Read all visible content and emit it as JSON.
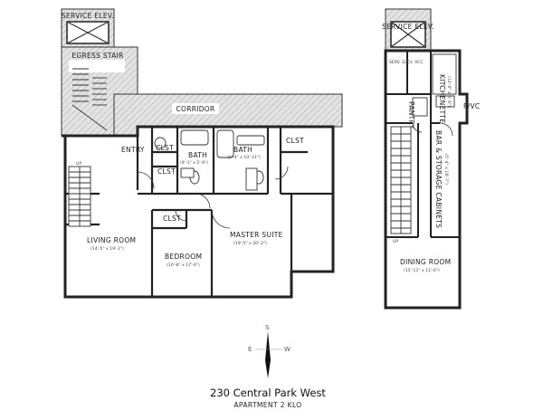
{
  "title": "230 Central Park West",
  "subtitle": "APARTMENT 2 KLO",
  "compass": {
    "s": "S",
    "e": "E",
    "w": "W"
  },
  "left_plan": {
    "service_elev": "SERVICE ELEV.",
    "egress_stair": "EGRESS STAIR",
    "corridor": "CORRIDOR",
    "entry": "ENTRY",
    "clst_entry": "CLST",
    "clst_hall": "CLST",
    "clst_master": "CLST",
    "clst_bedroom": "CLST",
    "bath_1": "BATH",
    "bath_1_dim": "(9'-1\" x 5'-9\")",
    "bath_2": "BATH",
    "bath_2_dim": "(9'-4\" x 10'-11\")",
    "living_room": "LIVING ROOM",
    "living_room_dim": "(14'-5\" x 19'-1\")",
    "bedroom": "BEDROOM",
    "bedroom_dim": "(10'-8\" x 17'-6\")",
    "master_suite": "MASTER SUITE",
    "master_suite_dim": "(19'-5\" x 20'-2\")",
    "stair_up": "UP"
  },
  "right_plan": {
    "service_elev": "SERVICE ELEV.",
    "serv_elev_small": "SERV. ELEV. ACC",
    "kitchenette": "KITCHENETTE",
    "kitchenette_dim": "(12'-0\" x 5'-6\")",
    "pantry": "PANTRY",
    "fvc": "F/VC",
    "bar_storage": "BAR & STORAGE CABINETS",
    "bar_storage_dim": "(5'-4\" x 18'-7\")",
    "dining_room": "DINING ROOM",
    "dining_room_dim": "(15'-11\" x 11'-6\")",
    "stair_up": "UP"
  }
}
